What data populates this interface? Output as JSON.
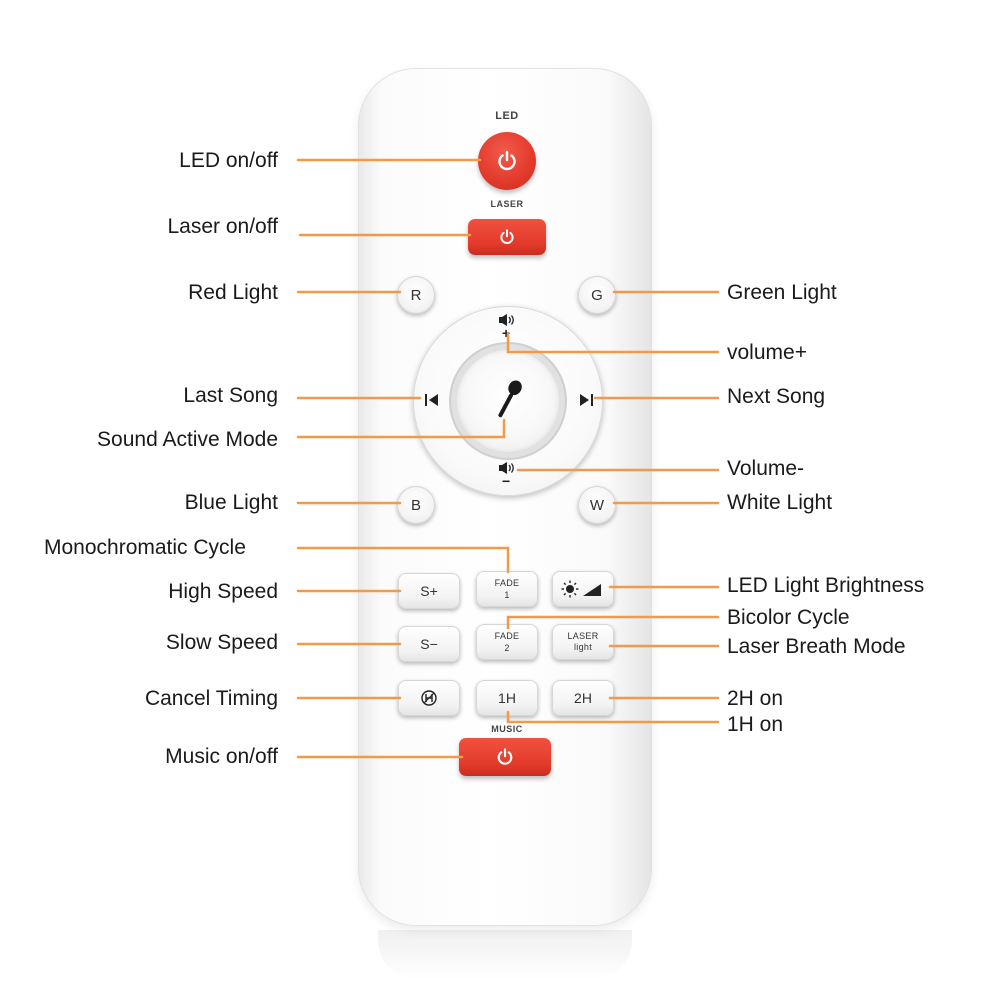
{
  "colors": {
    "callout_line": "#f39a4a",
    "power_red": "#e23a2b"
  },
  "remote": {
    "led_label": "LED",
    "laser_label": "LASER",
    "music_label": "MUSIC",
    "buttons": {
      "r": "R",
      "g": "G",
      "b": "B",
      "w": "W",
      "s_plus": "S+",
      "s_minus": "S−",
      "fade": "FADE",
      "fade1_num": "1",
      "fade2_num": "2",
      "laser_key_top": "LASER",
      "laser_key_bottom": "light",
      "h1": "1H",
      "h2": "2H"
    },
    "icons": {
      "power": "power-icon",
      "microphone": "microphone-icon",
      "previous": "previous-track-icon",
      "next": "next-track-icon",
      "volume": "speaker-icon",
      "brightness": "sun-icon",
      "timer_cancel": "timer-cancel-icon"
    },
    "ring": {
      "vol_plus_sign": "+",
      "vol_minus_sign": "−"
    }
  },
  "callouts": {
    "led_onoff": "LED on/off",
    "laser_onoff": "Laser on/off",
    "red_light": "Red Light",
    "green_light": "Green Light",
    "volume_plus": "volume+",
    "last_song": "Last Song",
    "next_song": "Next Song",
    "sound_active": "Sound Active Mode",
    "volume_minus": "Volume-",
    "blue_light": "Blue Light",
    "white_light": "White Light",
    "mono_cycle": "Monochromatic Cycle",
    "high_speed": "High Speed",
    "led_brightness": "LED Light Brightness",
    "bicolor_cycle": "Bicolor Cycle",
    "slow_speed": "Slow Speed",
    "laser_breath": "Laser Breath Mode",
    "cancel_timing": "Cancel Timing",
    "h2_on": "2H on",
    "h1_on": "1H on",
    "music_onoff": "Music on/off"
  }
}
